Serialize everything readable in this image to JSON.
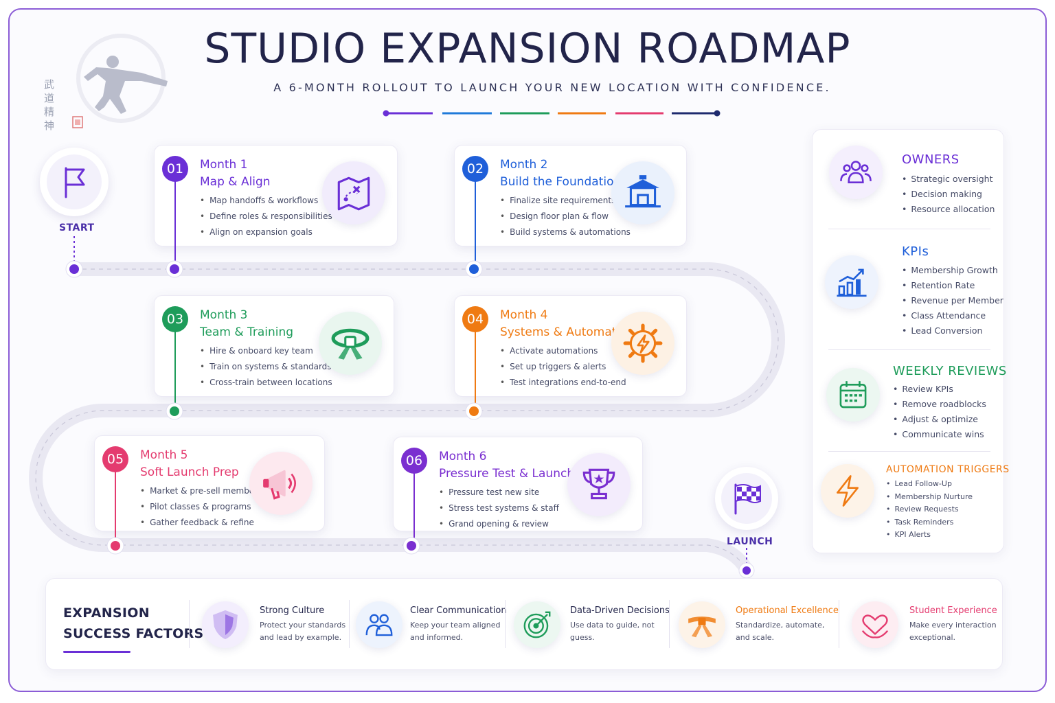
{
  "header": {
    "title": "STUDIO EXPANSION ROADMAP",
    "subtitle": "A 6-MONTH ROLLOUT TO LAUNCH YOUR NEW LOCATION WITH CONFIDENCE."
  },
  "logo": {
    "icon": "martial-artist-kick-icon",
    "calligraphy": "武道精神"
  },
  "start": {
    "label": "START",
    "icon": "flag-icon"
  },
  "launch": {
    "label": "LAUNCH",
    "icon": "checkered-flag-icon"
  },
  "months": [
    {
      "number": "01",
      "month": "Month 1",
      "phase": "Map & Align",
      "color": "#6a2fd6",
      "icon": "map-icon",
      "bullets": [
        "Map handoffs & workflows",
        "Define roles & responsibilities",
        "Align on expansion goals"
      ]
    },
    {
      "number": "02",
      "month": "Month 2",
      "phase": "Build the Foundation",
      "color": "#1f5fd9",
      "icon": "building-icon",
      "bullets": [
        "Finalize site requirements",
        "Design floor plan & flow",
        "Build systems & automations"
      ]
    },
    {
      "number": "03",
      "month": "Month 3",
      "phase": "Team & Training",
      "color": "#1e9c5a",
      "icon": "belt-icon",
      "bullets": [
        "Hire & onboard key team",
        "Train on systems & standards",
        "Cross-train between locations"
      ]
    },
    {
      "number": "04",
      "month": "Month 4",
      "phase": "Systems & Automation",
      "color": "#ef7a12",
      "icon": "gear-bolt-icon",
      "bullets": [
        "Activate automations",
        "Set up triggers & alerts",
        "Test integrations end-to-end"
      ]
    },
    {
      "number": "05",
      "month": "Month 5",
      "phase": "Soft Launch Prep",
      "color": "#e43b6f",
      "icon": "megaphone-icon",
      "bullets": [
        "Market & pre-sell memberships",
        "Pilot classes & programs",
        "Gather feedback & refine"
      ]
    },
    {
      "number": "06",
      "month": "Month 6",
      "phase": "Pressure Test & Launch",
      "color": "#7a2fd0",
      "icon": "trophy-icon",
      "bullets": [
        "Pressure test new site",
        "Stress test systems & staff",
        "Grand opening & review"
      ]
    }
  ],
  "panel": [
    {
      "title": "OWNERS",
      "color": "#6a2fd6",
      "icon": "people-icon",
      "items": [
        "Strategic oversight",
        "Decision making",
        "Resource allocation"
      ]
    },
    {
      "title": "KPIs",
      "color": "#1f5fd9",
      "icon": "growth-chart-icon",
      "items": [
        "Membership Growth",
        "Retention Rate",
        "Revenue per Member",
        "Class Attendance",
        "Lead Conversion"
      ]
    },
    {
      "title": "WEEKLY REVIEWS",
      "color": "#1e9c5a",
      "icon": "calendar-icon",
      "items": [
        "Review KPIs",
        "Remove roadblocks",
        "Adjust & optimize",
        "Communicate wins"
      ]
    },
    {
      "title": "AUTOMATION TRIGGERS",
      "color": "#ef7a12",
      "icon": "lightning-icon",
      "items": [
        "Lead Follow-Up",
        "Membership Nurture",
        "Review Requests",
        "Task Reminders",
        "KPI Alerts"
      ]
    }
  ],
  "success": {
    "title_line1": "EXPANSION",
    "title_line2": "SUCCESS FACTORS",
    "factors": [
      {
        "head": "Strong Culture",
        "desc": "Protect your standards and lead by example.",
        "color": "#22244a",
        "icon": "shield-icon"
      },
      {
        "head": "Clear Communication",
        "desc": "Keep your team aligned and informed.",
        "color": "#22244a",
        "icon": "team-icon"
      },
      {
        "head": "Data-Driven Decisions",
        "desc": "Use data to guide, not guess.",
        "color": "#22244a",
        "icon": "target-icon"
      },
      {
        "head": "Operational Excellence",
        "desc": "Standardize, automate, and scale.",
        "color": "#ef7a12",
        "icon": "belt-knot-icon"
      },
      {
        "head": "Student Experience",
        "desc": "Make every interaction exceptional.",
        "color": "#e43b6f",
        "icon": "heart-hands-icon"
      }
    ]
  }
}
